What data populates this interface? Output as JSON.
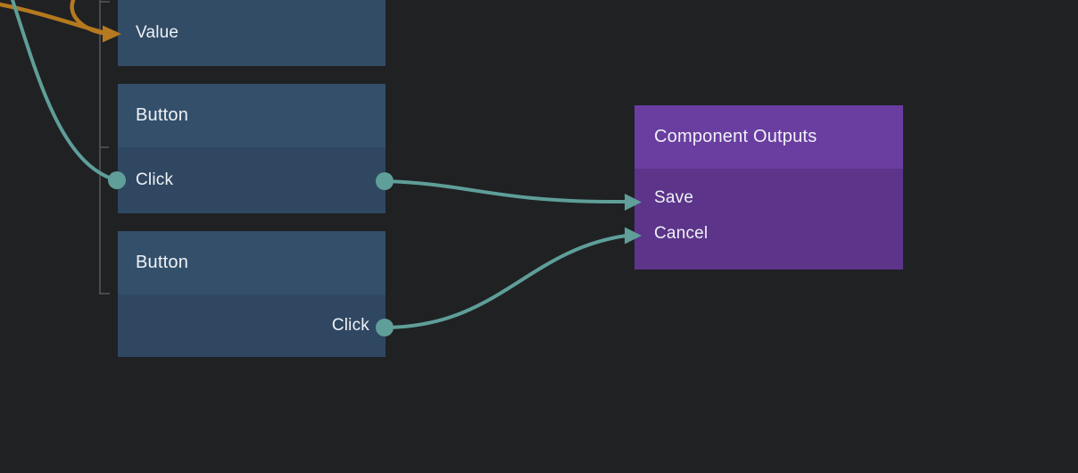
{
  "palette": {
    "canvas_bg": "#202123",
    "node_header_blue": "#344f6a",
    "node_row_blue": "#2f4761",
    "value_row_blue": "#334c66",
    "purple_header": "#6a3da0",
    "purple_body": "#5c3489",
    "wire_teal": "#5f9e99",
    "wire_orange": "#b5791f",
    "guide_gray": "#56585c",
    "node_text": "#eef2f7"
  },
  "value_node": {
    "label": "Value"
  },
  "button_node_top": {
    "title": "Button",
    "output_label": "Click"
  },
  "button_node_bottom": {
    "title": "Button",
    "output_label": "Click"
  },
  "component_outputs_node": {
    "title": "Component Outputs",
    "inputs": [
      "Save",
      "Cancel"
    ]
  }
}
